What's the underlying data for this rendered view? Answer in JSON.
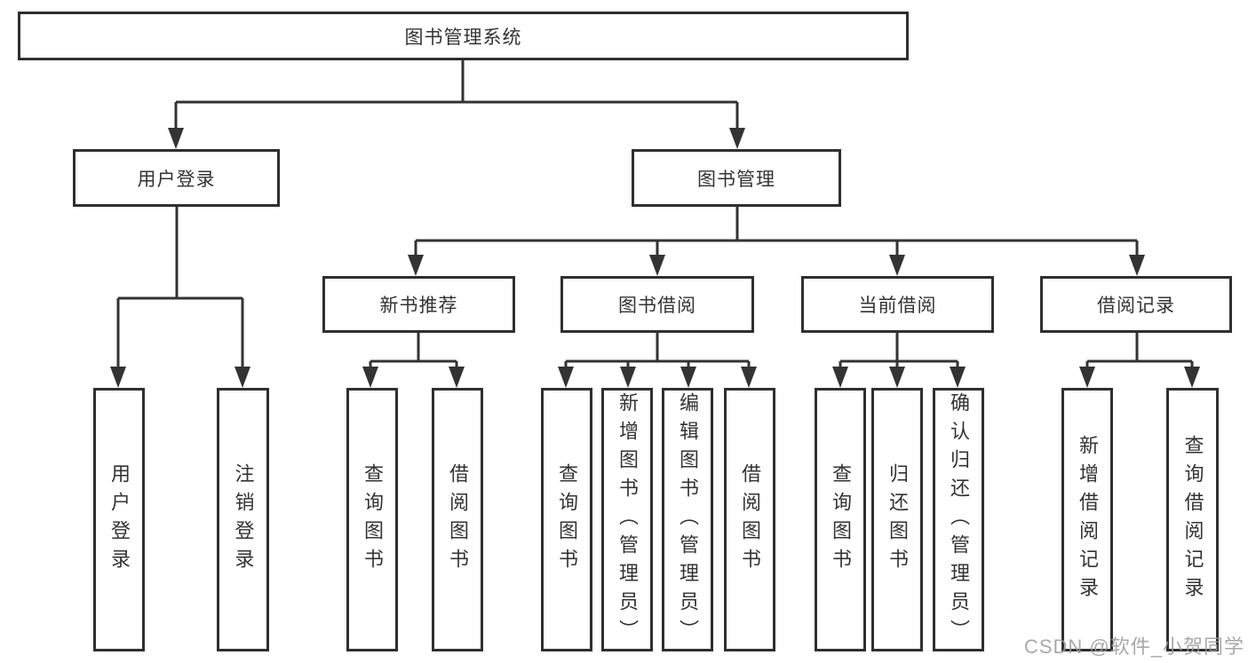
{
  "colors": {
    "background": "#ffffff",
    "box_border": "#2f2f2f",
    "connector_line": "#333333",
    "text": "#333333",
    "watermark": "#9a9a9a"
  },
  "tree": {
    "label": "图书管理系统",
    "children": [
      {
        "label": "用户登录",
        "children": [
          {
            "label": "用户登录"
          },
          {
            "label": "注销登录"
          }
        ]
      },
      {
        "label": "图书管理",
        "children": [
          {
            "label": "新书推荐",
            "children": [
              {
                "label": "查询图书"
              },
              {
                "label": "借阅图书"
              }
            ]
          },
          {
            "label": "图书借阅",
            "children": [
              {
                "label": "查询图书"
              },
              {
                "label": "新增图书（管理员）"
              },
              {
                "label": "编辑图书（管理员）"
              },
              {
                "label": "借阅图书"
              }
            ]
          },
          {
            "label": "当前借阅",
            "children": [
              {
                "label": "查询图书"
              },
              {
                "label": "归还图书"
              },
              {
                "label": "确认归还（管理员）"
              }
            ]
          },
          {
            "label": "借阅记录",
            "children": [
              {
                "label": "新增借阅记录"
              },
              {
                "label": "查询借阅记录"
              }
            ]
          }
        ]
      }
    ]
  },
  "watermark": {
    "text": "CSDN @软件_小贺同学"
  }
}
